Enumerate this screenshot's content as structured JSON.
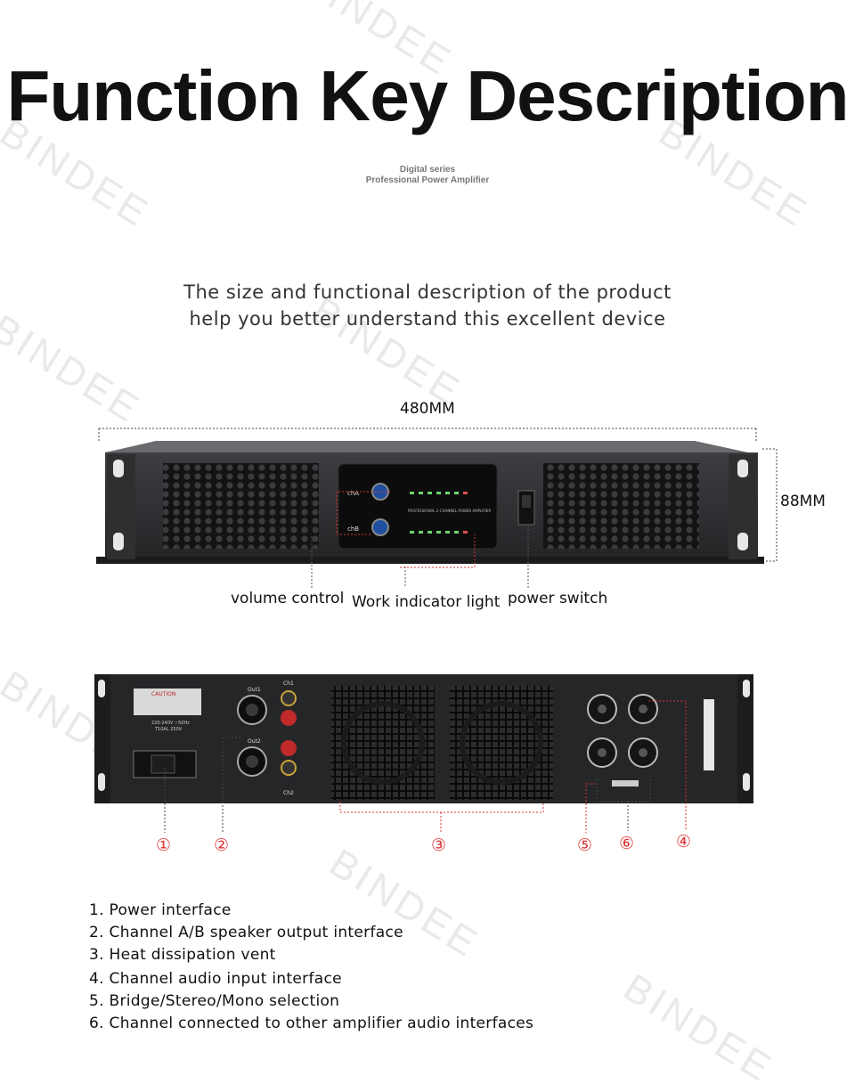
{
  "heading": {
    "title": "Function Key Description",
    "series_line1": "Digital series",
    "series_line2": "Professional Power Amplifier",
    "intro_line1": "The size and functional description of the product",
    "intro_line2": "help you better understand this excellent device"
  },
  "watermark": "BINDEE",
  "dimensions": {
    "width": "480MM",
    "height": "88MM"
  },
  "front_panel": {
    "callouts": {
      "volume": "volume control",
      "indicator": "Work indicator light",
      "power": "power switch"
    },
    "display_text": "PROFESSIONAL 2-CHANNEL POWER AMPLIFIER",
    "knob_labels": [
      "chA",
      "chB"
    ]
  },
  "rear_panel": {
    "markers": [
      "①",
      "②",
      "③",
      "④",
      "⑤",
      "⑥"
    ],
    "caution_text": "CAUTION",
    "voltage_text": "220-240V ~50Hz",
    "fuse_text": "T10AL 250V",
    "out_labels": [
      "Out1",
      "Out2"
    ],
    "ch_labels": [
      "Ch1",
      "Ch2"
    ]
  },
  "legend": [
    "1. Power interface",
    "2. Channel A/B speaker output interface",
    "3. Heat dissipation vent",
    "4. Channel audio input interface",
    "5. Bridge/Stereo/Mono selection",
    "6. Channel connected to other amplifier audio interfaces"
  ],
  "colors": {
    "accent_red": "#d33333",
    "chassis": "#2b2c2e"
  }
}
